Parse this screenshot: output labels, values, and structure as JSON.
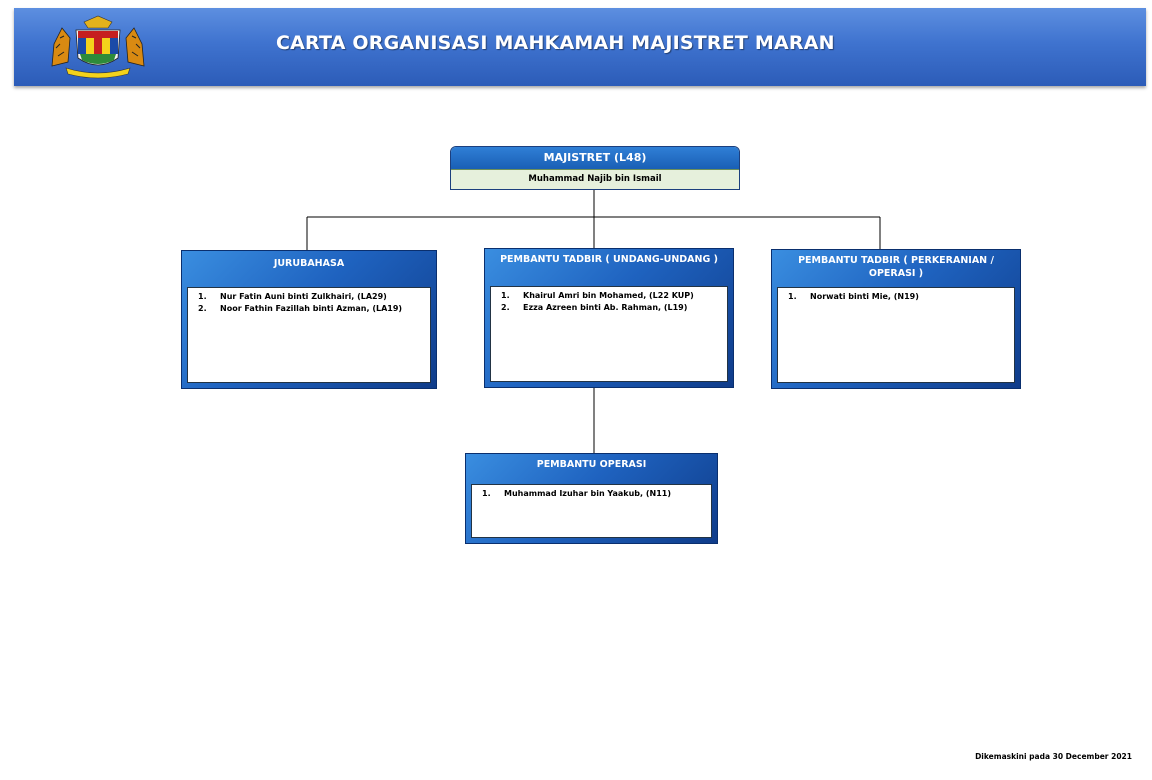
{
  "header": {
    "title": "CARTA ORGANISASI MAHKAMAH MAJISTRET  MARAN"
  },
  "head": {
    "title": "MAJISTRET (L48)",
    "name": "Muhammad Najib bin Ismail"
  },
  "units": {
    "jurubahasa": {
      "title": "JURUBAHASA",
      "staff": [
        {
          "num": "1.",
          "text": "Nur Fatin Auni binti Zulkhairi, (LA29)"
        },
        {
          "num": "2.",
          "text": "Noor Fathin Fazillah binti Azman, (LA19)"
        }
      ]
    },
    "pt_undang": {
      "title": "PEMBANTU TADBIR ( UNDANG-UNDANG )",
      "staff": [
        {
          "num": "1.",
          "text": "Khairul Amri bin Mohamed, (L22 KUP)"
        },
        {
          "num": "2.",
          "text": "Ezza Azreen binti Ab. Rahman, (L19)"
        }
      ]
    },
    "pt_perkeranian": {
      "title": "PEMBANTU TADBIR ( PERKERANIAN / OPERASI )",
      "staff": [
        {
          "num": "1.",
          "text": "Norwati binti Mie, (N19)"
        }
      ]
    },
    "operasi": {
      "title": "PEMBANTU  OPERASI",
      "staff": [
        {
          "num": "1.",
          "text": "Muhammad Izuhar bin Yaakub, (N11)"
        }
      ]
    }
  },
  "footer": {
    "updated": "Dikemaskini pada  30 December  2021"
  }
}
